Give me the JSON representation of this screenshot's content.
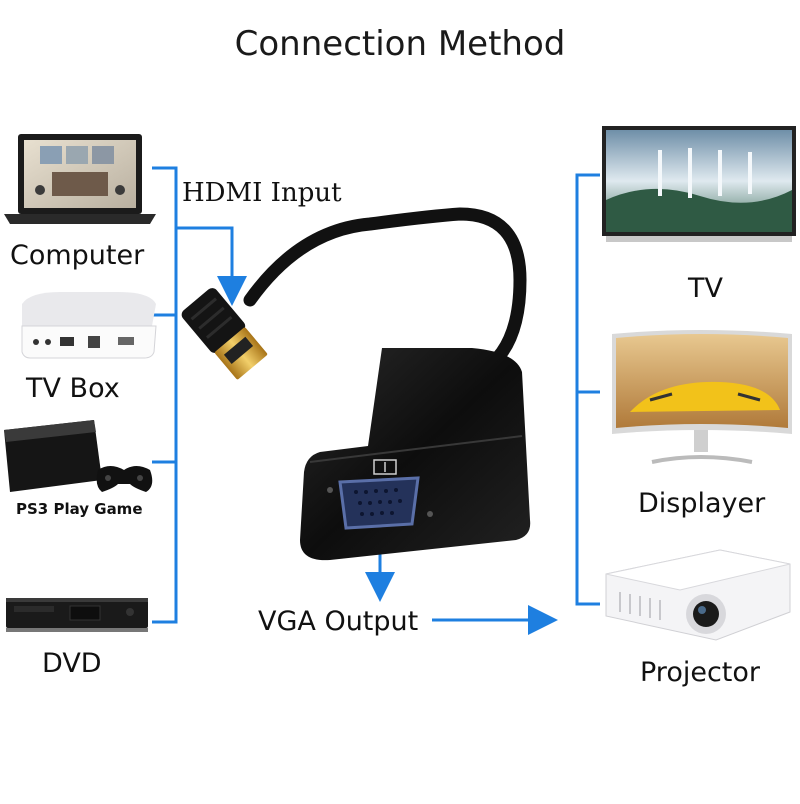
{
  "title": "Connection Method",
  "input_label": "HDMI Input",
  "output_label": "VGA Output",
  "sources": [
    {
      "label": "Computer"
    },
    {
      "label": "TV Box"
    },
    {
      "label": "PS3 Play Game"
    },
    {
      "label": "DVD"
    }
  ],
  "outputs": [
    {
      "label": "TV"
    },
    {
      "label": "Displayer"
    },
    {
      "label": "Projector"
    }
  ],
  "colors": {
    "connector_line": "#1e7fe0",
    "cable": "#111111",
    "hdmi_plug": "#d8a230"
  }
}
